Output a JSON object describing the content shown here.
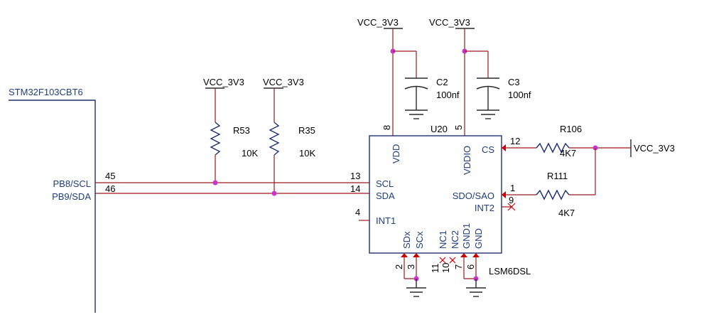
{
  "mcu": {
    "part": "STM32F103CBT6",
    "pins": [
      {
        "num": "45",
        "name": "PB8/SCL"
      },
      {
        "num": "46",
        "name": "PB9/SDA"
      }
    ]
  },
  "net": {
    "vcc": "VCC_3V3"
  },
  "resistors": [
    {
      "ref": "R53",
      "value": "10K"
    },
    {
      "ref": "R35",
      "value": "10K"
    },
    {
      "ref": "R106",
      "value": "4K7"
    },
    {
      "ref": "R111",
      "value": "4K7"
    }
  ],
  "capacitors": [
    {
      "ref": "C2",
      "value": "100nf"
    },
    {
      "ref": "C3",
      "value": "100nf"
    }
  ],
  "ic": {
    "ref": "U20",
    "part": "LSM6DSL",
    "pins": {
      "vdd": {
        "num": "8",
        "name": "VDD"
      },
      "vddio": {
        "num": "5",
        "name": "VDDIO"
      },
      "cs": {
        "num": "12",
        "name": "CS"
      },
      "scl": {
        "num": "13",
        "name": "SCL"
      },
      "sda": {
        "num": "14",
        "name": "SDA"
      },
      "int1": {
        "num": "4",
        "name": "INT1"
      },
      "sdo": {
        "num": "1",
        "name": "SDO/SAO"
      },
      "int2": {
        "num": "9",
        "name": "INT2"
      },
      "sdx": {
        "num": "2",
        "name": "SDx"
      },
      "scx": {
        "num": "3",
        "name": "SCx"
      },
      "nc1": {
        "num": "11",
        "name": "NC1"
      },
      "nc2": {
        "num": "10",
        "name": "NC2"
      },
      "gnd1": {
        "num": "7",
        "name": "GND1"
      },
      "gnd": {
        "num": "6",
        "name": "GND"
      }
    }
  }
}
